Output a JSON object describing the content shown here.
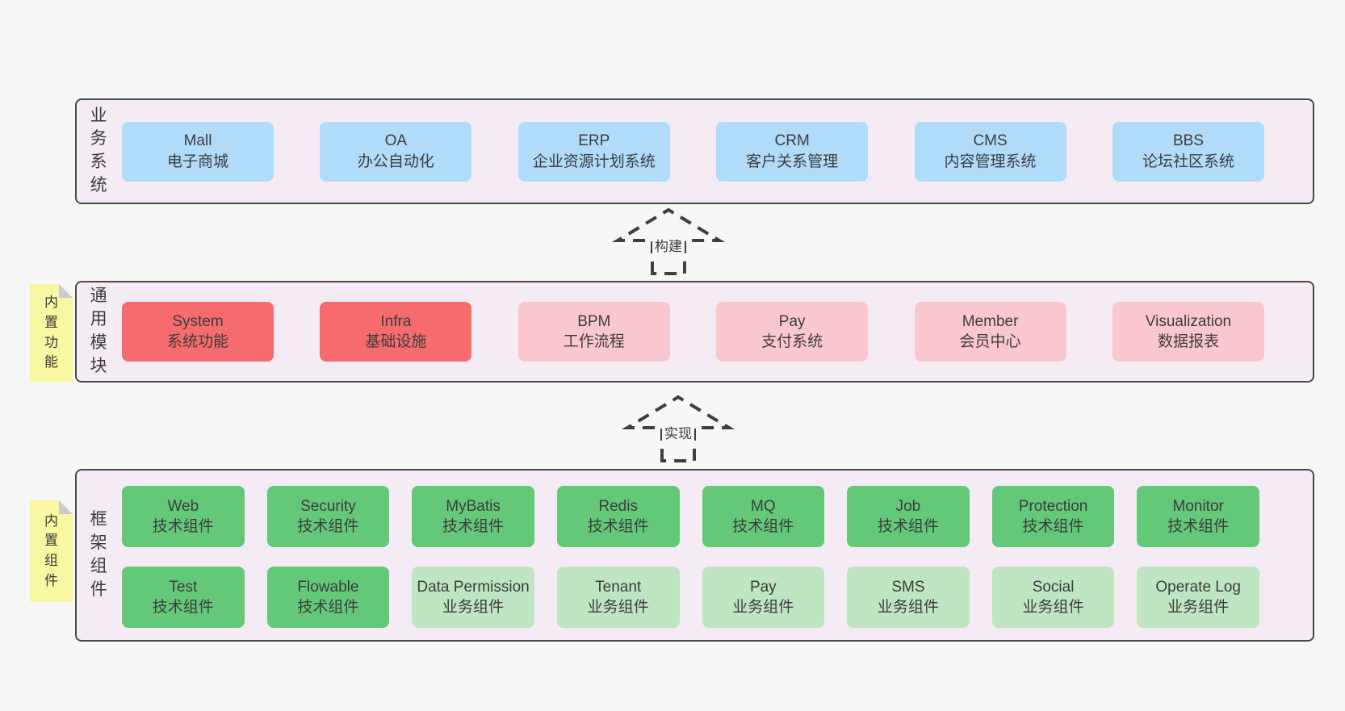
{
  "palette": {
    "page_background": "#f7f7f7",
    "band_background": "#f5ebf4",
    "band_border": "#4a4a4a",
    "business_box": "#b0dcfa",
    "core_module_box": "#f56b6e",
    "optional_module_box": "#fbc7ce",
    "tech_component_box": "#63c878",
    "biz_component_box": "#bfe5c2",
    "sticky_note": "#f9f7a1",
    "text": "#3d3d3d"
  },
  "diagram": {
    "bands": [
      {
        "label": "业务系统",
        "boxes": [
          {
            "title": "Mall",
            "subtitle": "电子商城"
          },
          {
            "title": "OA",
            "subtitle": "办公自动化"
          },
          {
            "title": "ERP",
            "subtitle": "企业资源计划系统"
          },
          {
            "title": "CRM",
            "subtitle": "客户关系管理"
          },
          {
            "title": "CMS",
            "subtitle": "内容管理系统"
          },
          {
            "title": "BBS",
            "subtitle": "论坛社区系统"
          }
        ]
      },
      {
        "label": "通用模块",
        "sticky_note": "内置功能",
        "boxes": [
          {
            "title": "System",
            "subtitle": "系统功能"
          },
          {
            "title": "Infra",
            "subtitle": "基础设施"
          },
          {
            "title": "BPM",
            "subtitle": "工作流程"
          },
          {
            "title": "Pay",
            "subtitle": "支付系统"
          },
          {
            "title": "Member",
            "subtitle": "会员中心"
          },
          {
            "title": "Visualization",
            "subtitle": "数据报表"
          }
        ]
      },
      {
        "label": "框架组件",
        "sticky_note": "内置组件",
        "rows": [
          [
            {
              "title": "Web",
              "subtitle": "技术组件"
            },
            {
              "title": "Security",
              "subtitle": "技术组件"
            },
            {
              "title": "MyBatis",
              "subtitle": "技术组件"
            },
            {
              "title": "Redis",
              "subtitle": "技术组件"
            },
            {
              "title": "MQ",
              "subtitle": "技术组件"
            },
            {
              "title": "Job",
              "subtitle": "技术组件"
            },
            {
              "title": "Protection",
              "subtitle": "技术组件"
            },
            {
              "title": "Monitor",
              "subtitle": "技术组件"
            }
          ],
          [
            {
              "title": "Test",
              "subtitle": "技术组件"
            },
            {
              "title": "Flowable",
              "subtitle": "技术组件"
            },
            {
              "title": "Data Permission",
              "subtitle": "业务组件"
            },
            {
              "title": "Tenant",
              "subtitle": "业务组件"
            },
            {
              "title": "Pay",
              "subtitle": "业务组件"
            },
            {
              "title": "SMS",
              "subtitle": "业务组件"
            },
            {
              "title": "Social",
              "subtitle": "业务组件"
            },
            {
              "title": "Operate Log",
              "subtitle": "业务组件"
            }
          ]
        ]
      }
    ],
    "arrows": [
      {
        "label": "构建"
      },
      {
        "label": "实现"
      }
    ]
  }
}
